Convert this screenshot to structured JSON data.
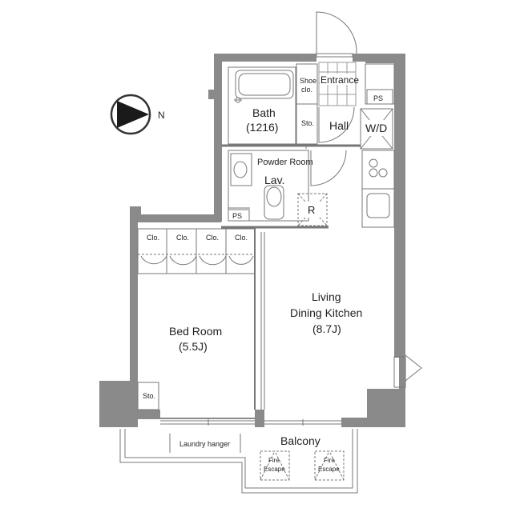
{
  "compass": {
    "north_label": "N"
  },
  "rooms": {
    "bath": {
      "name": "Bath",
      "size": "(1216)"
    },
    "shoe_closet": {
      "line1": "Shoe",
      "line2": "clo."
    },
    "entrance": {
      "name": "Entrance"
    },
    "ps_top": {
      "name": "PS"
    },
    "storage_hall": {
      "name": "Sto."
    },
    "hall": {
      "name": "Hall"
    },
    "washer_dryer": {
      "name": "W/D"
    },
    "powder_room": {
      "name": "Powder Room"
    },
    "lavatory": {
      "name": "Lav."
    },
    "refrigerator": {
      "name": "R"
    },
    "ps_mid": {
      "name": "PS"
    },
    "closets": [
      "Clo.",
      "Clo.",
      "Clo.",
      "Clo."
    ],
    "bedroom": {
      "name": "Bed Room",
      "size": "(5.5J)"
    },
    "storage_bed": {
      "name": "Sto."
    },
    "ldk": {
      "line1": "Living",
      "line2": "Dining Kitchen",
      "size": "(8.7J)"
    },
    "balcony": {
      "name": "Balcony"
    },
    "laundry": {
      "name": "Laundry hanger"
    },
    "fire_escape_1": {
      "line1": "Fire",
      "line2": "Escape"
    },
    "fire_escape_2": {
      "line1": "Fire",
      "line2": "Escape"
    }
  }
}
